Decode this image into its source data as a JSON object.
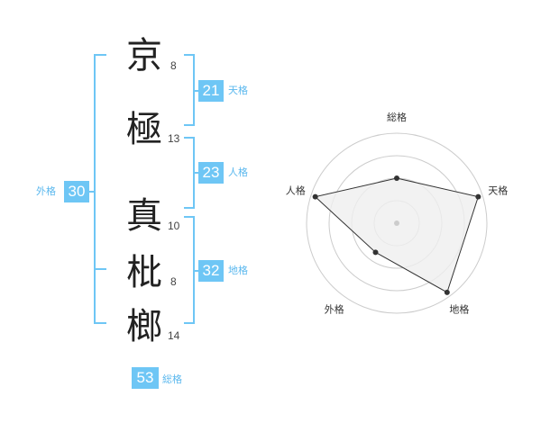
{
  "name": {
    "chars": [
      {
        "char": "京",
        "strokes": "8"
      },
      {
        "char": "極",
        "strokes": "13"
      },
      {
        "char": "真",
        "strokes": "10"
      },
      {
        "char": "枇",
        "strokes": "8"
      },
      {
        "char": "榔",
        "strokes": "14"
      }
    ]
  },
  "fortune": {
    "tenkaku": {
      "value": "21",
      "label": "天格"
    },
    "jinkaku": {
      "value": "23",
      "label": "人格"
    },
    "chikaku": {
      "value": "32",
      "label": "地格"
    },
    "gaikaku": {
      "value": "30",
      "label": "外格"
    },
    "soukaku": {
      "value": "53",
      "label": "総格"
    }
  },
  "chart_data": {
    "type": "radar",
    "axes": [
      "総格",
      "天格",
      "地格",
      "外格",
      "人格"
    ],
    "values": [
      0.5,
      0.95,
      0.95,
      0.4,
      0.95
    ],
    "rings": 4,
    "colors": {
      "fill": "#efefef",
      "stroke": "#333333",
      "ring": "#cccccc",
      "point": "#333333",
      "center": "#cccccc"
    }
  },
  "colors": {
    "accent": "#6ec6f5"
  }
}
